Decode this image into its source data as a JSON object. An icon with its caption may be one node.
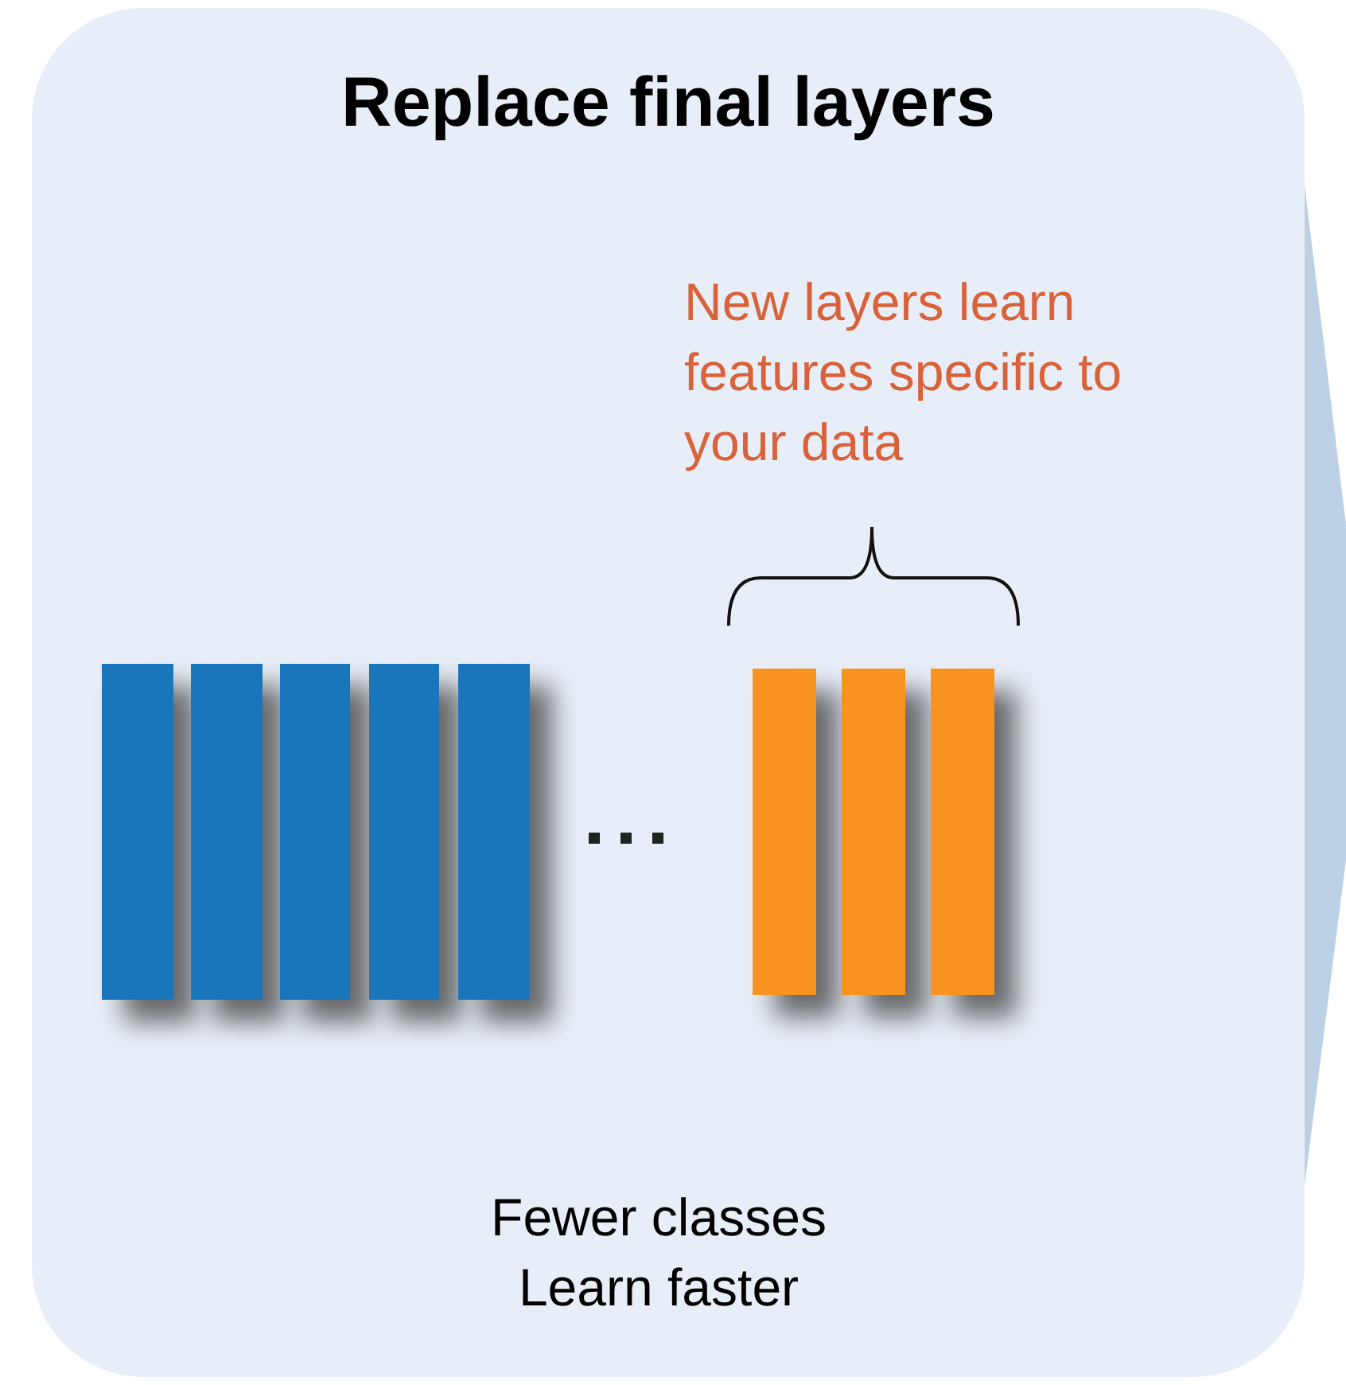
{
  "diagram": {
    "nodes": [
      {
        "text": [
          "Replace final layers"
        ]
      },
      {
        "text": [],
        "shape": "bar",
        "in": 0
      },
      {
        "text": [],
        "shape": "bar",
        "in": 0
      },
      {
        "text": [],
        "shape": "bar",
        "in": 0
      },
      {
        "text": [],
        "shape": "bar",
        "in": 0
      },
      {
        "text": [],
        "shape": "bar",
        "in": 0
      },
      {
        "text": [],
        "shape": "bar",
        "in": 0
      },
      {
        "text": [],
        "shape": "bar",
        "in": 0
      },
      {
        "text": [],
        "shape": "bar",
        "in": 0
      }
    ],
    "labels": [
      "New layers learn features specific to your data",
      "Fewer classes Learn faster"
    ]
  }
}
